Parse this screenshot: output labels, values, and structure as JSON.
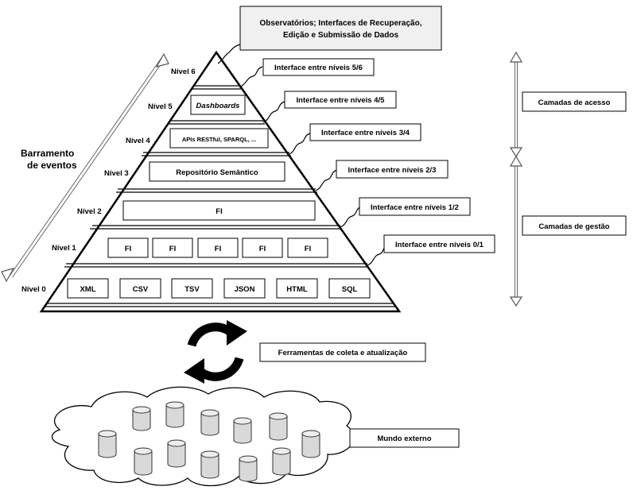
{
  "top_box": {
    "line1": "Observatórios; Interfaces de Recuperação,",
    "line2": "Edição e Submissão de Dados"
  },
  "levels": {
    "n6": "Nível 6",
    "n5": "Nível 5",
    "n4": "Nível 4",
    "n3": "Nível 3",
    "n2": "Nível 2",
    "n1": "Nível 1",
    "n0": "Nível 0"
  },
  "level5_box": "Dashboards",
  "level4_box": "APIs RESTful, SPARQL, ...",
  "level3_box": "Repositório Semântico",
  "level2_box": "FI",
  "level1_boxes": [
    "FI",
    "FI",
    "FI",
    "FI",
    "FI"
  ],
  "level0_boxes": [
    "XML",
    "CSV",
    "TSV",
    "JSON",
    "HTML",
    "SQL"
  ],
  "interfaces": {
    "i56": "Interface entre níveis 5/6",
    "i45": "Interface entre níveis 4/5",
    "i34": "Interface entre níveis 3/4",
    "i23": "Interface entre níveis 2/3",
    "i12": "Interface entre níveis 1/2",
    "i01": "Interface entre níveis 0/1"
  },
  "bus": {
    "line1": "Barramento",
    "line2": "de eventos"
  },
  "access_layers": "Camadas de acesso",
  "management_layers": "Camadas de gestão",
  "tools": "Ferramentas de coleta e atualização",
  "world": "Mundo externo"
}
